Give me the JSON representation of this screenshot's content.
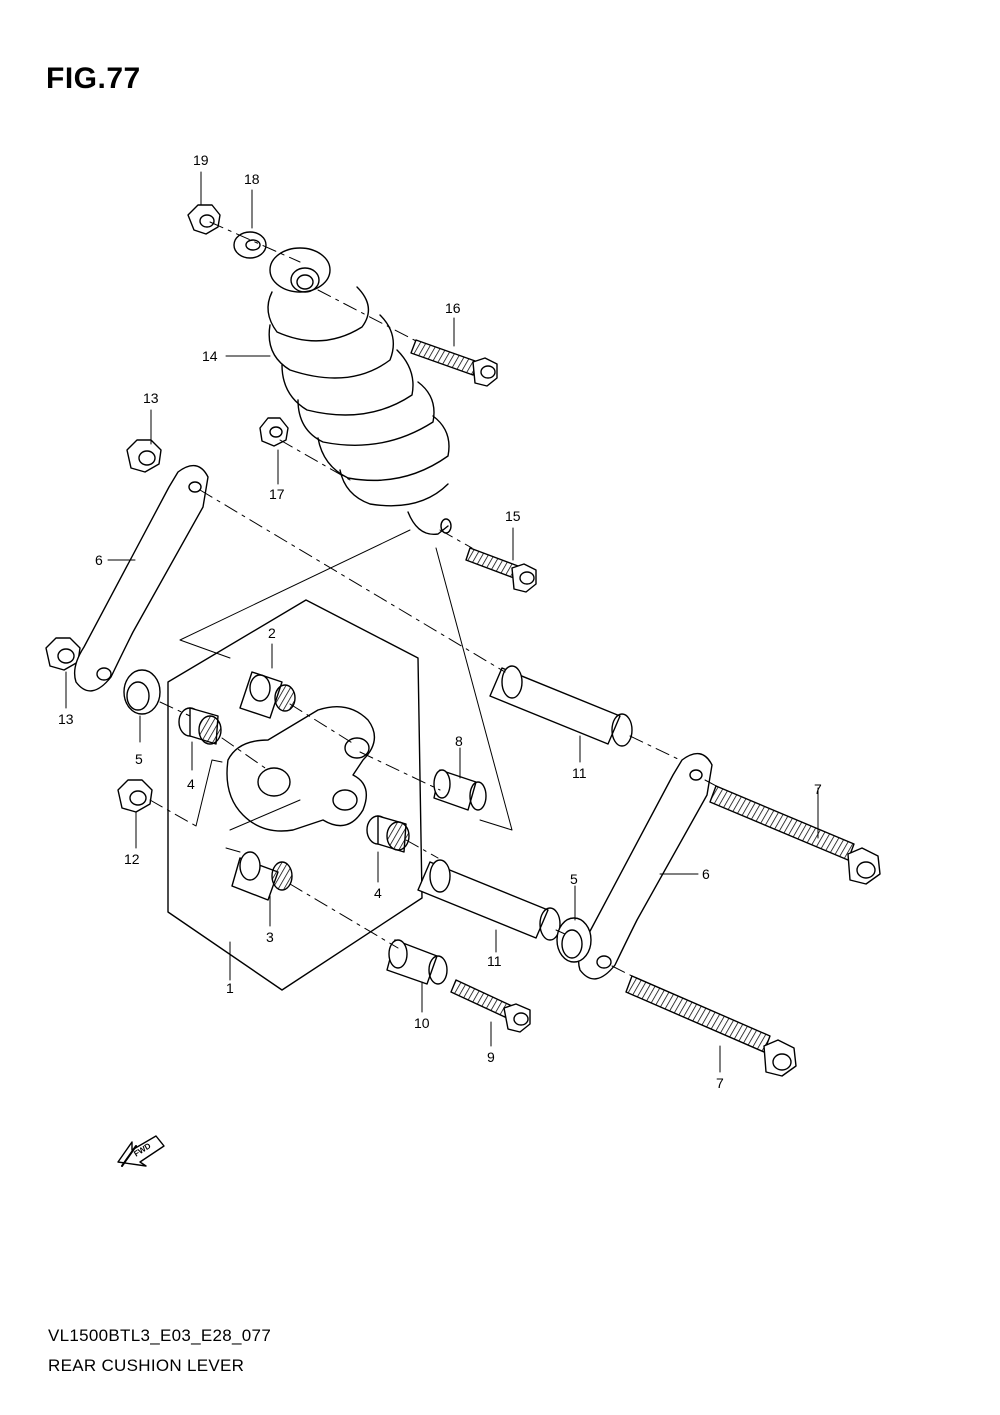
{
  "figure": {
    "title": "FIG.77",
    "code": "VL1500BTL3_E03_E28_077",
    "name": "REAR CUSHION LEVER"
  },
  "fwd_badge": "FWD",
  "callouts": [
    "19",
    "18",
    "16",
    "14",
    "13",
    "17",
    "15",
    "6",
    "2",
    "13",
    "5",
    "8",
    "11",
    "4",
    "7",
    "12",
    "4",
    "6",
    "5",
    "3",
    "11",
    "1",
    "10",
    "9",
    "7"
  ]
}
